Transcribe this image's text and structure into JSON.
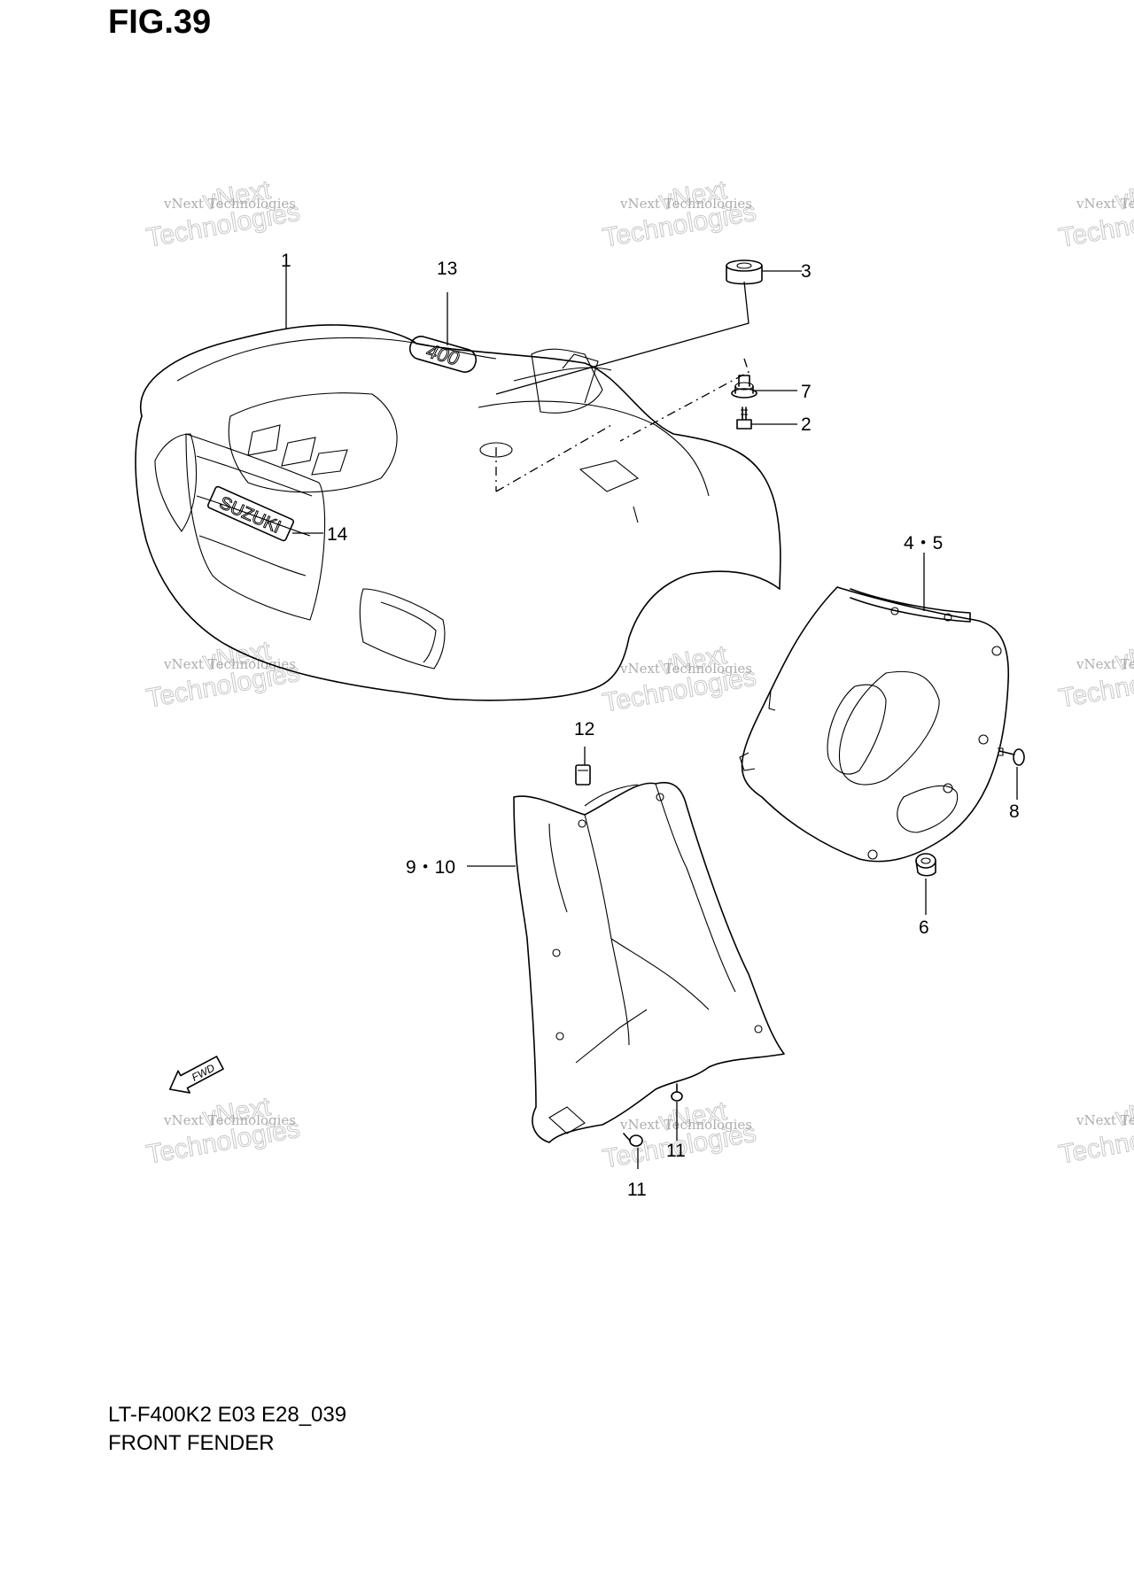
{
  "figure": {
    "title": "FIG.39",
    "footer_code": "LT-F400K2 E03 E28_039",
    "footer_name": "FRONT FENDER"
  },
  "callouts": {
    "p1": "1",
    "p2": "2",
    "p3": "3",
    "p45": "4・5",
    "p6": "6",
    "p7": "7",
    "p8": "8",
    "p910": "9・10",
    "p11a": "11",
    "p11b": "11",
    "p12": "12",
    "p13": "13",
    "p14": "14"
  },
  "emblems": {
    "model": "400",
    "brand": "SUZUKI",
    "arrow": "FWD"
  },
  "watermark": {
    "small": "vNext Technologies",
    "line1": "vNext",
    "line2": "Technologies"
  },
  "colors": {
    "line": "#000000",
    "watermark": "#9a9a9a"
  }
}
